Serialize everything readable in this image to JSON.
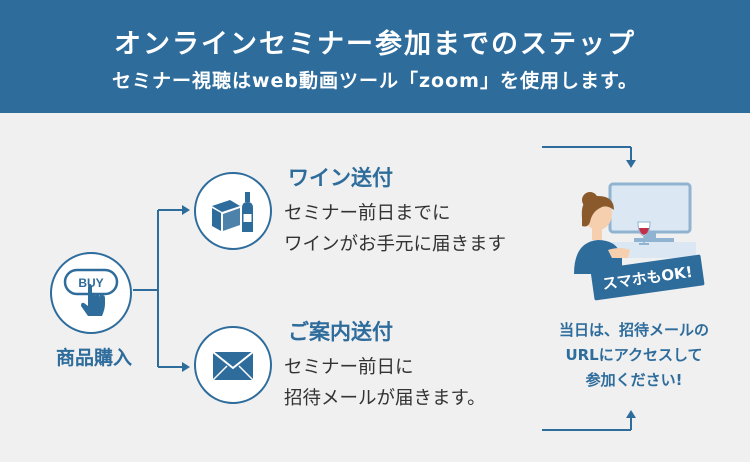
{
  "header": {
    "title": "オンラインセミナー参加までのステップ",
    "subtitle": "セミナー視聴はweb動画ツール「zoom」を使用します。"
  },
  "purchase": {
    "icon_text": "BUY",
    "label": "商品購入"
  },
  "steps": [
    {
      "title": "ワイン送付",
      "desc_line1": "セミナー前日までに",
      "desc_line2": "ワインがお手元に届きます"
    },
    {
      "title": "ご案内送付",
      "desc_line1": "セミナー前日に",
      "desc_line2": "招待メールが届きます。"
    }
  ],
  "smartphone_badge": "スマホもOK!",
  "cta": {
    "line1": "当日は、招待メールの",
    "line2": "URLにアクセスして",
    "line3": "参加ください!"
  },
  "colors": {
    "primary": "#2e6c9c",
    "background": "#f0f0f0",
    "text": "#333333",
    "skin": "#f5cfae",
    "hair": "#8a5a2c",
    "wine": "#c0304a"
  }
}
